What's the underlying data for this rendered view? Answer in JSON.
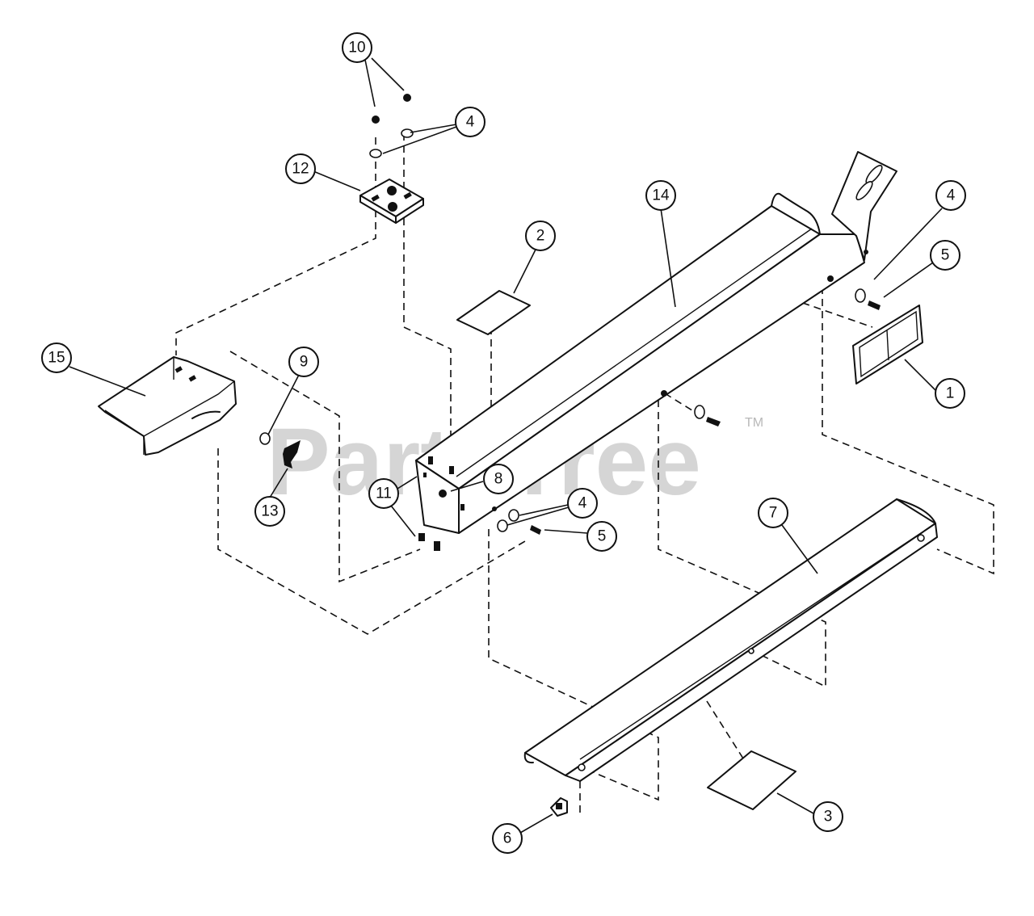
{
  "watermark": {
    "text": "PartsTree",
    "trademark": "TM"
  },
  "callouts": [
    {
      "id": "c1",
      "label": "1"
    },
    {
      "id": "c2",
      "label": "2"
    },
    {
      "id": "c3",
      "label": "3"
    },
    {
      "id": "c4a",
      "label": "4"
    },
    {
      "id": "c4b",
      "label": "4"
    },
    {
      "id": "c4c",
      "label": "4"
    },
    {
      "id": "c5a",
      "label": "5"
    },
    {
      "id": "c5b",
      "label": "5"
    },
    {
      "id": "c6",
      "label": "6"
    },
    {
      "id": "c7",
      "label": "7"
    },
    {
      "id": "c8",
      "label": "8"
    },
    {
      "id": "c9",
      "label": "9"
    },
    {
      "id": "c10",
      "label": "10"
    },
    {
      "id": "c11",
      "label": "11"
    },
    {
      "id": "c12",
      "label": "12"
    },
    {
      "id": "c13",
      "label": "13"
    },
    {
      "id": "c14",
      "label": "14"
    },
    {
      "id": "c15",
      "label": "15"
    }
  ]
}
